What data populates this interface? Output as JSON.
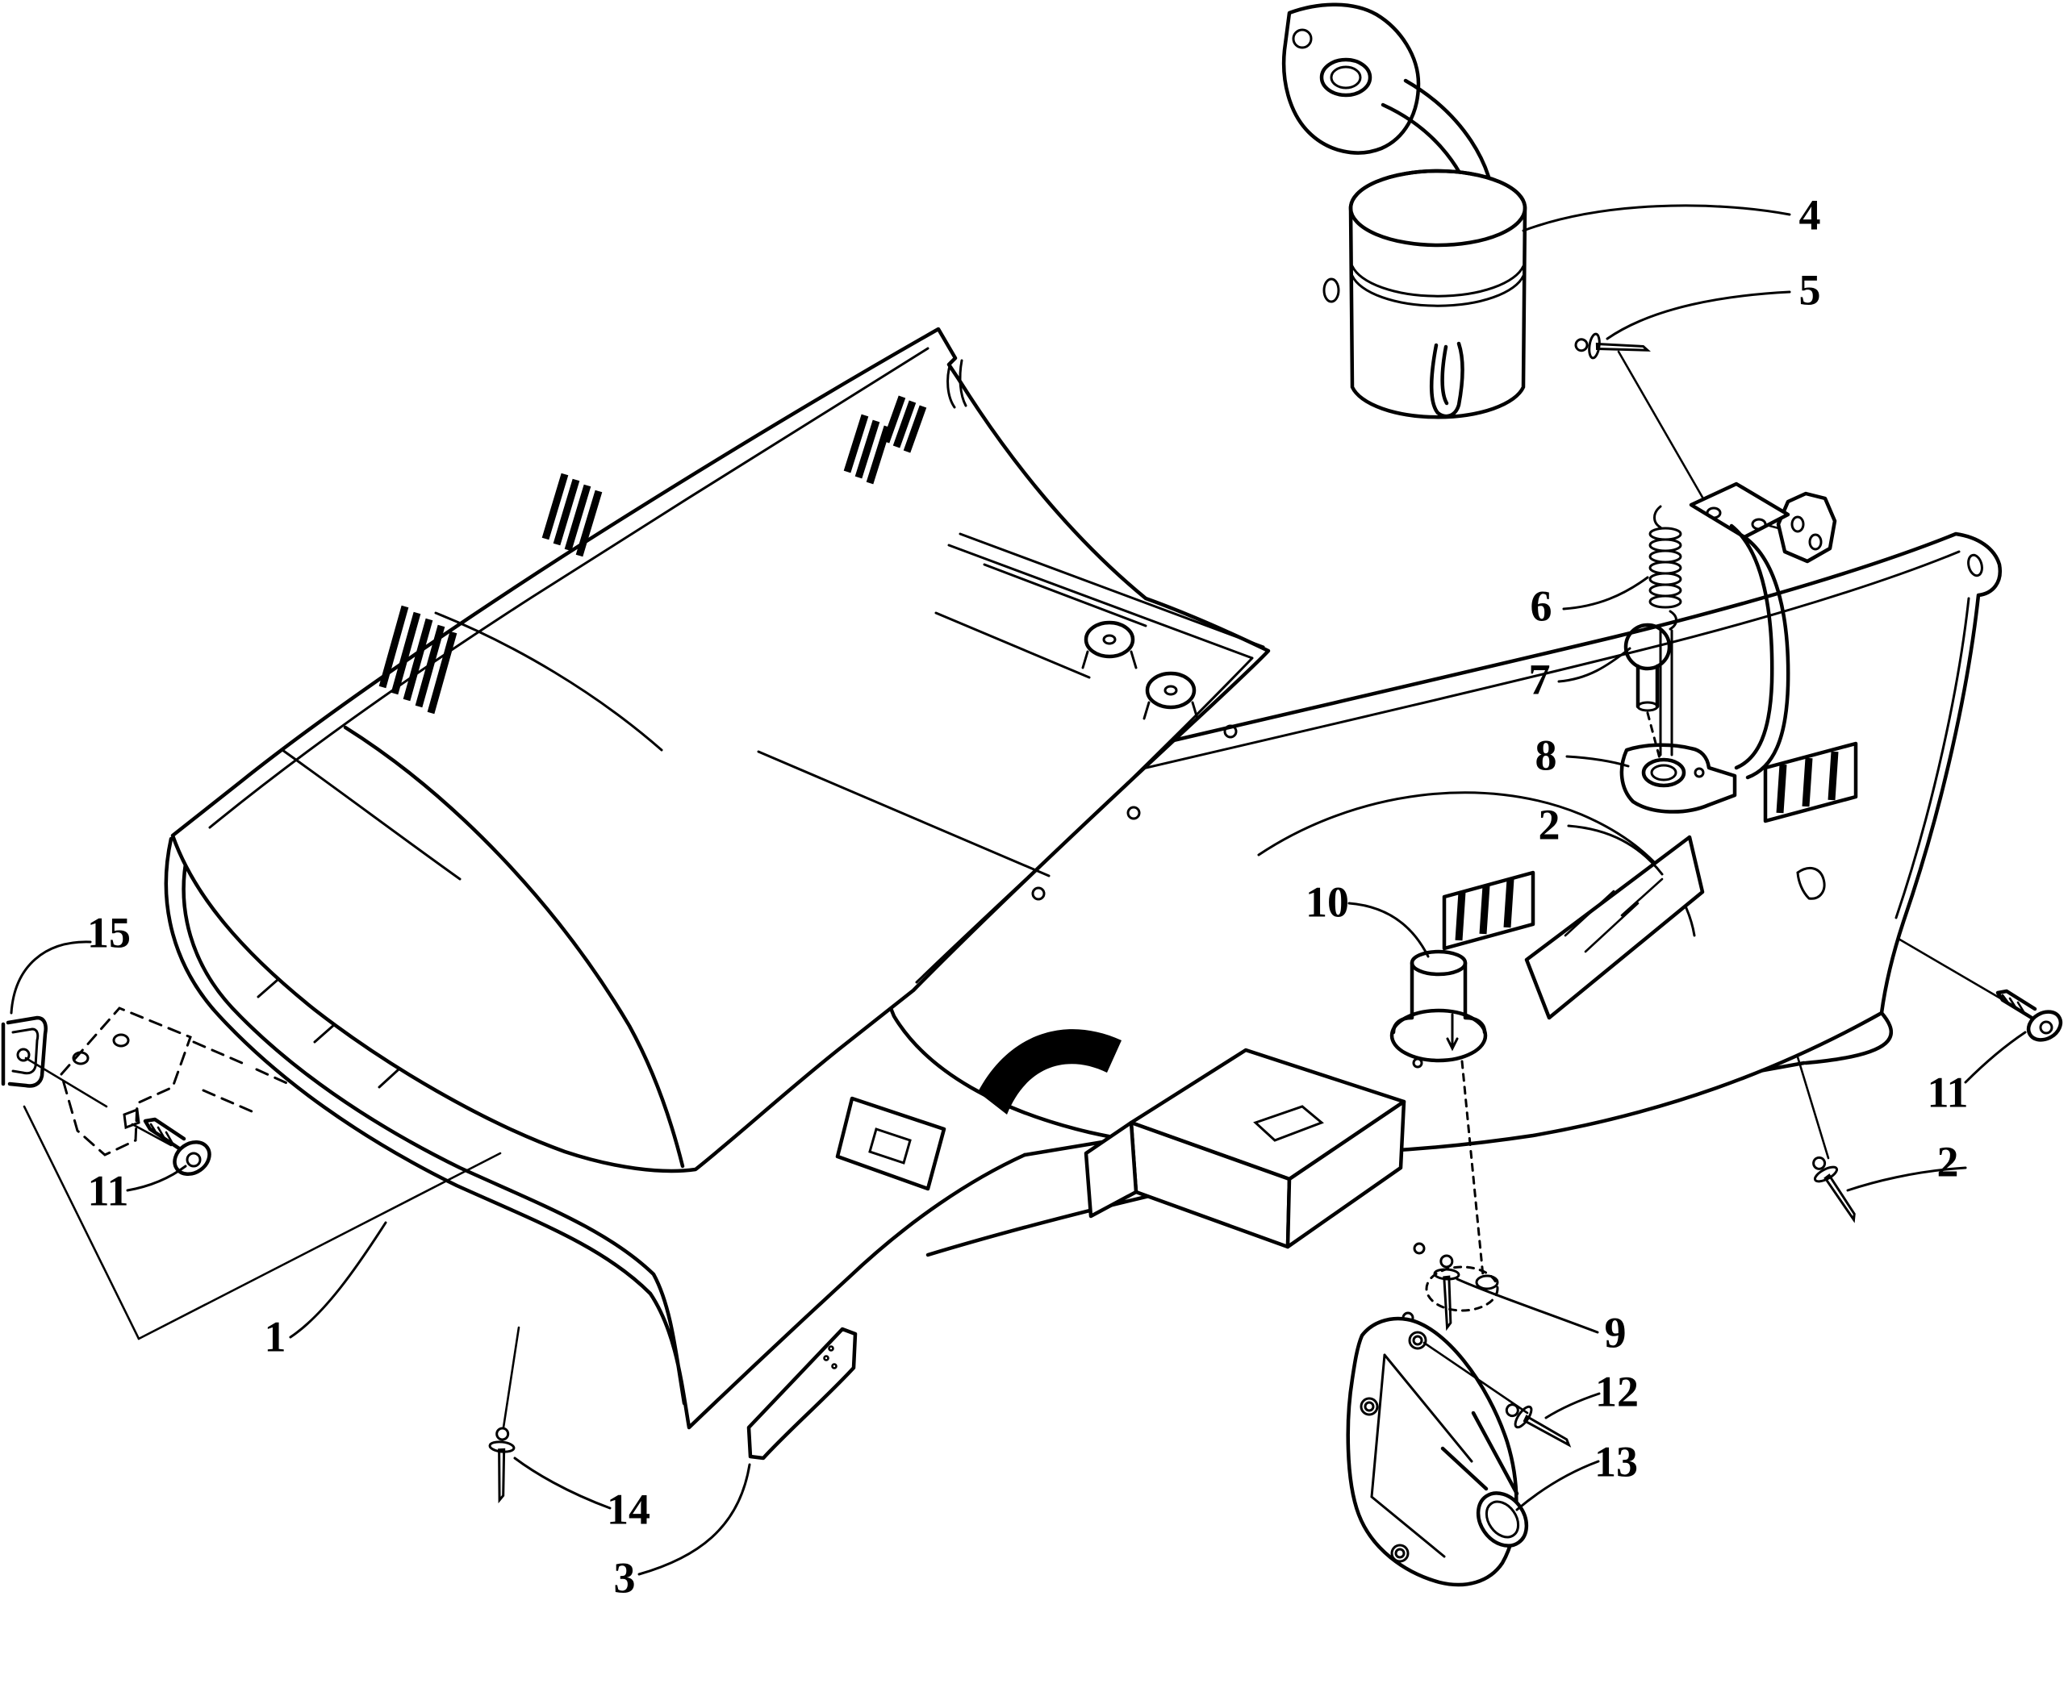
{
  "diagram": {
    "background_color": "#ffffff",
    "ink_color": "#000000",
    "callouts": [
      {
        "number": "4",
        "points_to": "muffler"
      },
      {
        "number": "5",
        "points_to": "rivet-muffler-bracket"
      },
      {
        "number": "6",
        "points_to": "exhaust-spring"
      },
      {
        "number": "7",
        "points_to": "ball-knob"
      },
      {
        "number": "8",
        "points_to": "spring-anchor-bracket"
      },
      {
        "number": "2",
        "points_to": "decal-sheet"
      },
      {
        "number": "10",
        "points_to": "grommet-flange"
      },
      {
        "number": "11",
        "points_to": "screw-right"
      },
      {
        "number": "2",
        "points_to": "rivet-right"
      },
      {
        "number": "9",
        "points_to": "rivet-upper"
      },
      {
        "number": "12",
        "points_to": "rivet-cover"
      },
      {
        "number": "13",
        "points_to": "exhaust-outlet-cover"
      },
      {
        "number": "15",
        "points_to": "retaining-clip"
      },
      {
        "number": "11",
        "points_to": "screw-left"
      },
      {
        "number": "1",
        "points_to": "belly-pan"
      },
      {
        "number": "14",
        "points_to": "rivet-front"
      },
      {
        "number": "3",
        "points_to": "decal-strip"
      }
    ]
  }
}
